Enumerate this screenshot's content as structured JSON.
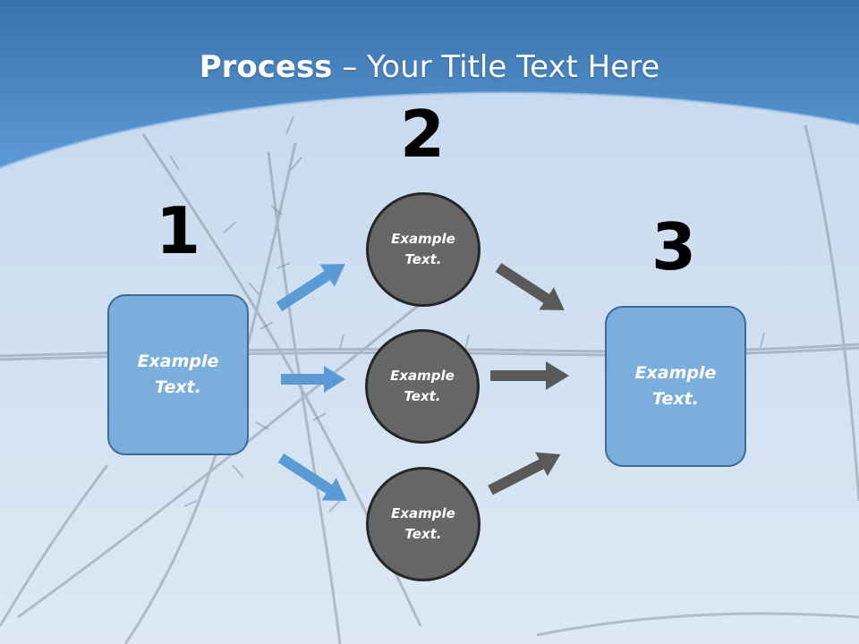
{
  "title": {
    "bold": "Process",
    "rest": " – Your Title Text Here"
  },
  "steps": [
    {
      "number": "1"
    },
    {
      "number": "2"
    },
    {
      "number": "3"
    }
  ],
  "left_box": {
    "text": "Example\nText."
  },
  "right_box": {
    "text": "Example\nText."
  },
  "circles": [
    {
      "text": "Example\nText."
    },
    {
      "text": "Example\nText."
    },
    {
      "text": "Example\nText."
    }
  ],
  "colors": {
    "header": "#3f7fc0",
    "box_fill": "#7aaedd",
    "box_border": "#3f6a96",
    "circle_fill": "#666666",
    "circle_border": "#262626",
    "arrow_in": "#5b9bd5",
    "arrow_out": "#595959"
  }
}
